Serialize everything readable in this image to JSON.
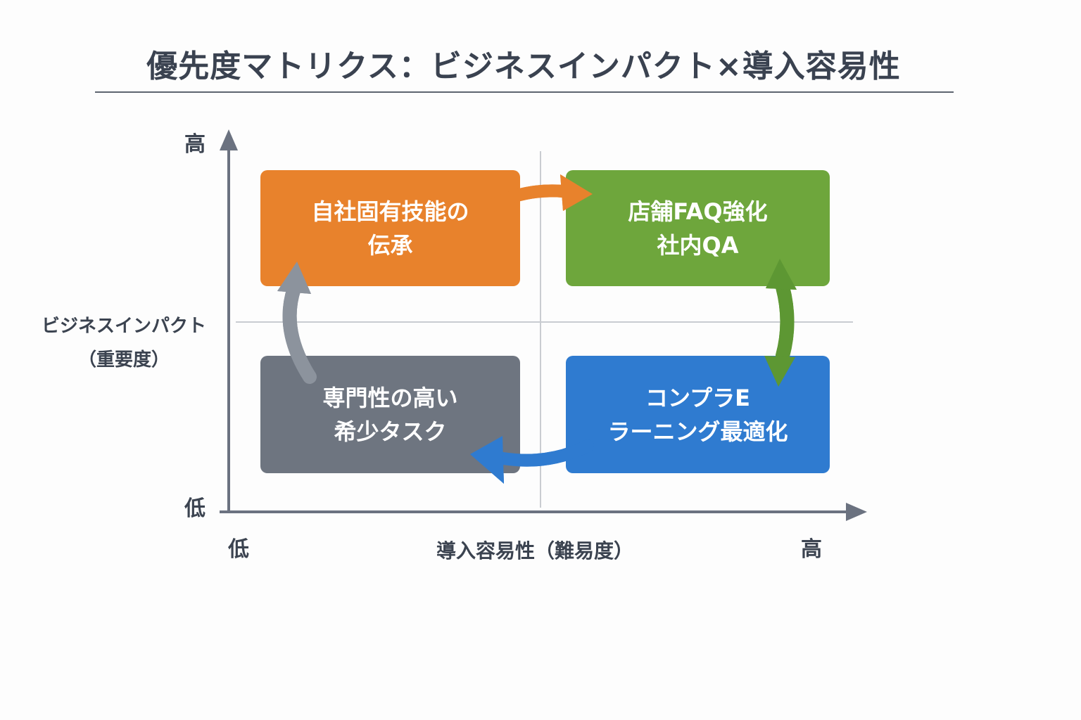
{
  "title": "優先度マトリクス：ビジネスインパクト×導入容易性",
  "y_axis": {
    "label_line1": "ビジネスインパクト",
    "label_line2": "（重要度）",
    "high": "高",
    "low": "低"
  },
  "x_axis": {
    "label": "導入容易性（難易度）",
    "low": "低",
    "high": "高"
  },
  "quadrants": {
    "top_left": {
      "line1": "自社固有技能の",
      "line2": "伝承",
      "color": "#e8822c"
    },
    "top_right": {
      "line1": "店舗FAQ強化",
      "line2": "社内QA",
      "color": "#6ea63c"
    },
    "bottom_left": {
      "line1": "専門性の高い",
      "line2": "希少タスク",
      "color": "#6e7580"
    },
    "bottom_right": {
      "line1": "コンプラE",
      "line2": "ラーニング最適化",
      "color": "#2f7bd0"
    }
  },
  "arrows": {
    "top_left_to_top_right": "arrow-right-icon",
    "top_right_bottom_right": "double-arrow-vertical-icon",
    "bottom_right_to_bottom_left": "arrow-left-icon",
    "bottom_left_to_top_left": "arrow-up-icon"
  }
}
